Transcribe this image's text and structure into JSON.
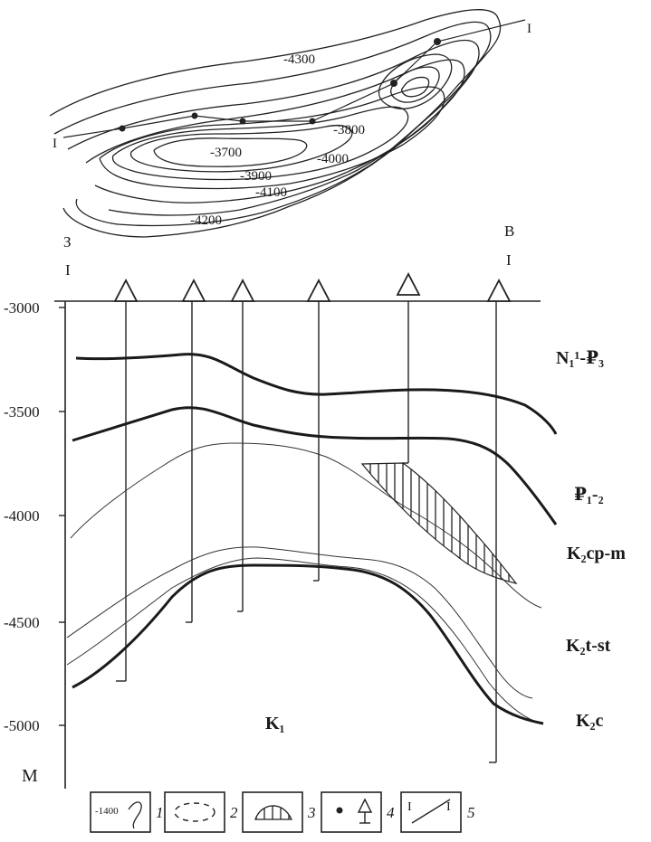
{
  "map": {
    "contour_labels": [
      "-4300",
      "-3700",
      "-3800",
      "-3900",
      "-4000",
      "-4100",
      "-4200"
    ],
    "profile_end_left": "I",
    "profile_end_right": "I"
  },
  "section": {
    "west_marker": "З",
    "east_marker": "В",
    "west_profile": "I",
    "east_profile": "I",
    "depth_ticks": [
      "-3000",
      "-3500",
      "-4000",
      "-4500",
      "-5000"
    ],
    "depth_unit": "М",
    "stratigraphy": {
      "n1p3": "N₁¹-₽₃",
      "p12": "₽₁-₂",
      "k2cpm": "K₂cp-m",
      "k2tst": "K₂t-st",
      "k2c": "K₂c",
      "k1": "K₁"
    }
  },
  "legend": {
    "box1_value": "-1400",
    "box5_left": "I",
    "box5_right": "I",
    "numbers": [
      "1",
      "2",
      "3",
      "4",
      "5"
    ]
  },
  "colors": {
    "ink": "#1a1a1a",
    "paper": "#ffffff"
  }
}
